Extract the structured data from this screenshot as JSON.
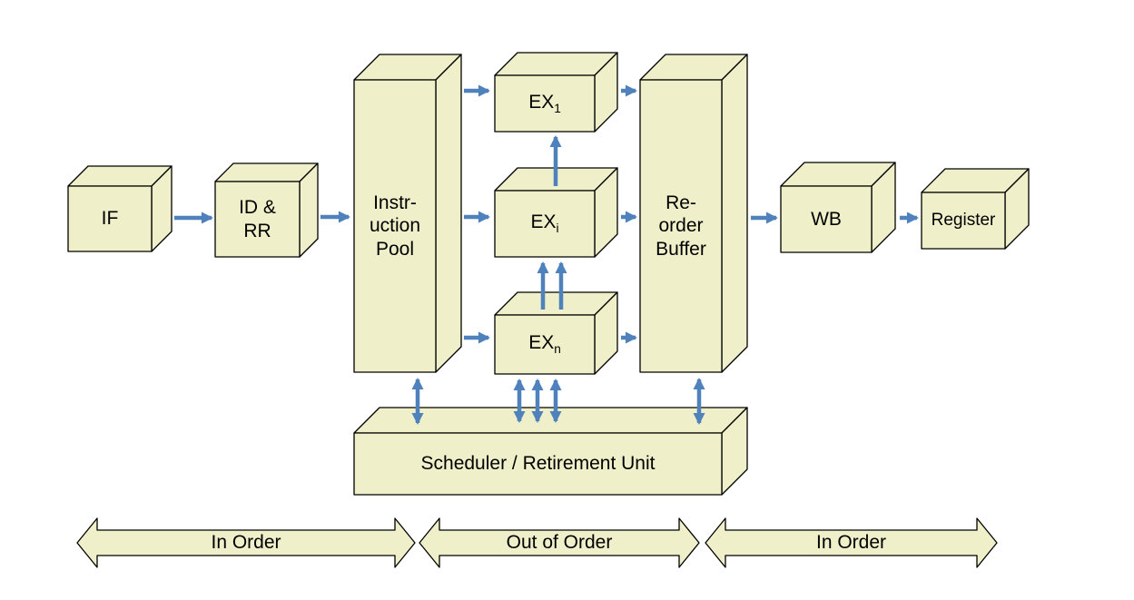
{
  "diagram": {
    "colors": {
      "box_fill": "#efefc9",
      "box_stroke": "#000000",
      "arrow_color": "#4f81bd",
      "label_color": "#000000",
      "background": "#ffffff"
    },
    "boxes": {
      "if": {
        "label": "IF"
      },
      "id_rr": {
        "lines": [
          "ID &",
          "RR"
        ]
      },
      "instruction_pool": {
        "lines": [
          "Instr-",
          "uction",
          "Pool"
        ]
      },
      "ex_1": {
        "base": "EX",
        "sub": "1"
      },
      "ex_i": {
        "base": "EX",
        "sub": "i"
      },
      "ex_n": {
        "base": "EX",
        "sub": "n"
      },
      "reorder_buffer": {
        "lines": [
          "Re-",
          "order",
          "Buffer"
        ]
      },
      "wb": {
        "label": "WB"
      },
      "register": {
        "label": "Register"
      },
      "scheduler": {
        "label": "Scheduler / Retirement Unit"
      }
    },
    "phase_arrows": [
      {
        "label": "In Order"
      },
      {
        "label": "Out of Order"
      },
      {
        "label": "In Order"
      }
    ]
  }
}
